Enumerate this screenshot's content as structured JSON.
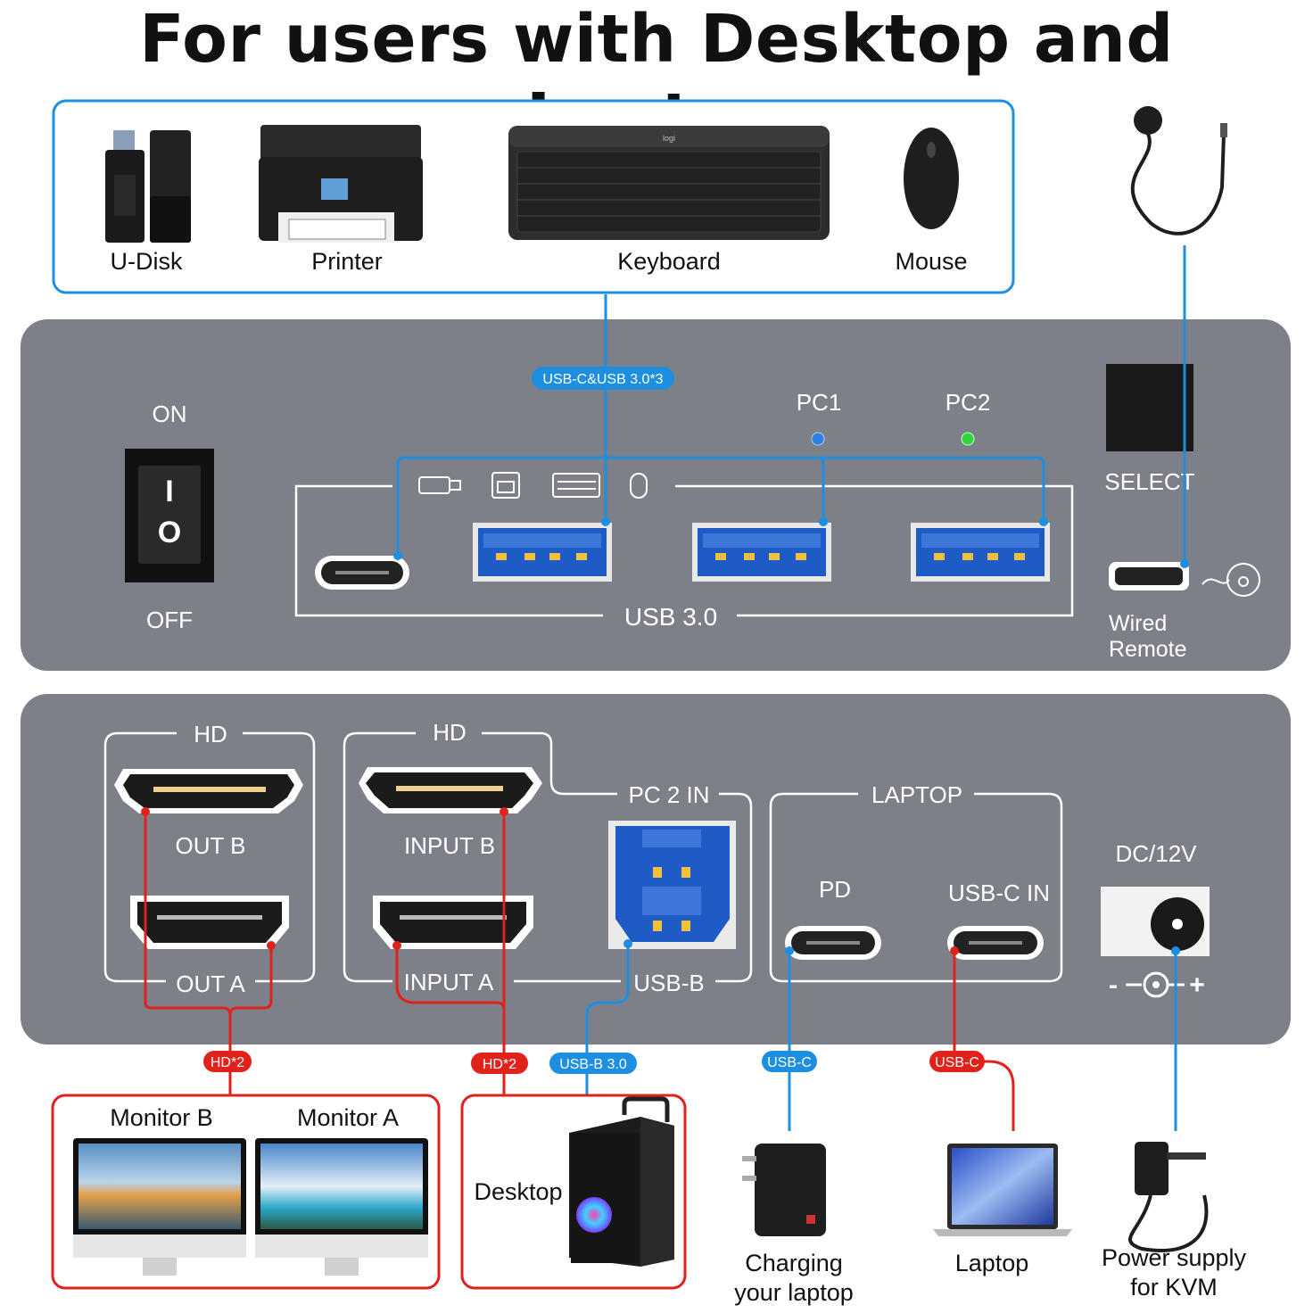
{
  "title": "For users with Desktop and Laptop",
  "peripherals": {
    "udisk": "U-Disk",
    "printer": "Printer",
    "keyboard": "Keyboard",
    "mouse": "Mouse",
    "keyboard_brand": "logi"
  },
  "top_panel": {
    "on_label": "ON",
    "off_label": "OFF",
    "switch_on_symbol": "I",
    "switch_off_symbol": "O",
    "usb_badge": "USB-C&USB 3.0*3",
    "pc1_label": "PC1",
    "pc2_label": "PC2",
    "usb_label": "USB 3.0",
    "select_label": "SELECT",
    "wired_remote_line1": "Wired",
    "wired_remote_line2": "Remote"
  },
  "bottom_panel": {
    "hd_left": "HD",
    "hd_right": "HD",
    "out_b": "OUT B",
    "out_a": "OUT A",
    "input_b": "INPUT B",
    "input_a": "INPUT A",
    "pc2_in": "PC 2 IN",
    "usb_b": "USB-B",
    "laptop": "LAPTOP",
    "pd": "PD",
    "usbc_in": "USB-C IN",
    "dc": "DC/12V",
    "polarity_minus": "-",
    "polarity_plus": "+"
  },
  "cable_badges": {
    "hd2_monitors": "HD*2",
    "hd2_desktop": "HD*2",
    "usbb": "USB-B 3.0",
    "usbc_charge": "USB-C",
    "usbc_laptop": "USB-C"
  },
  "devices": {
    "monitor_b": "Monitor B",
    "monitor_a": "Monitor A",
    "desktop": "Desktop",
    "charging_line1": "Charging",
    "charging_line2": "your laptop",
    "laptop": "Laptop",
    "power_line1": "Power supply",
    "power_line2": "for KVM"
  },
  "colors": {
    "panel": "#7d8089",
    "blue_line": "#1e8fe0",
    "red_line": "#e0221b",
    "usb_blue": "#1f5bc4",
    "led_blue": "#2e7fe6",
    "led_green": "#2fd63a"
  },
  "icons": [
    "usb-drive-icon",
    "printer-icon",
    "keyboard-icon",
    "mouse-icon",
    "remote-icon"
  ]
}
